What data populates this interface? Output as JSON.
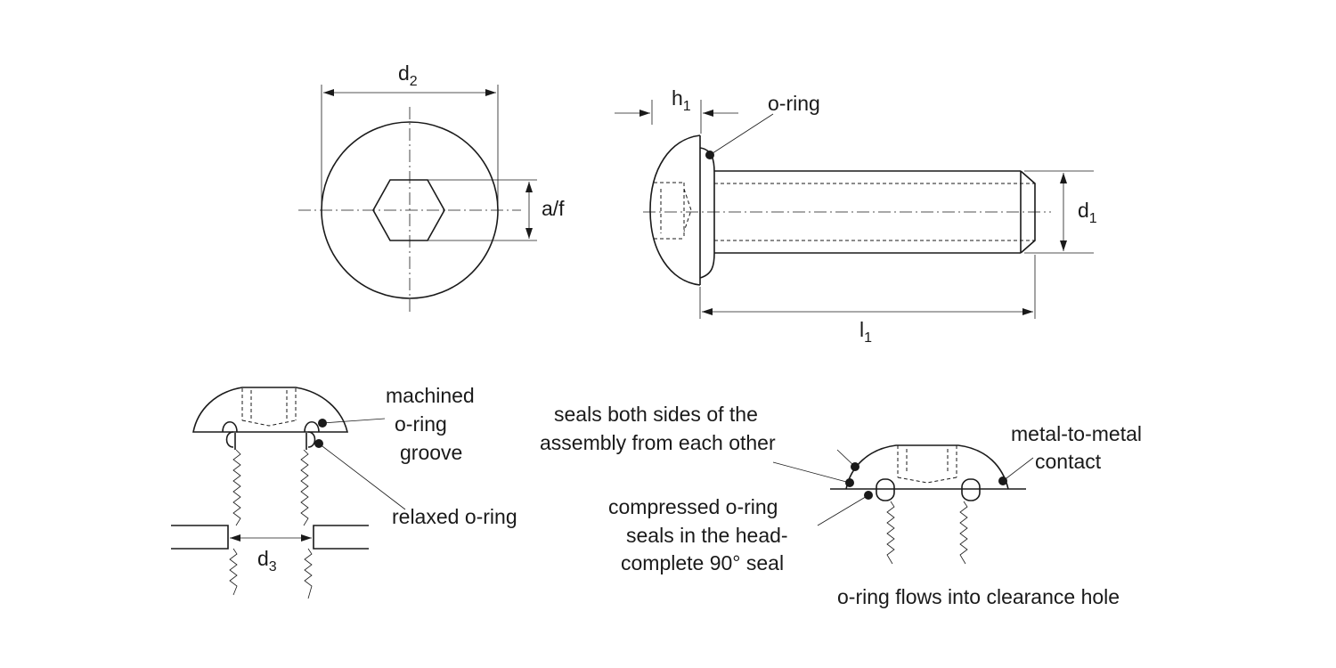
{
  "top_view": {
    "d2": {
      "main": "d",
      "sub": "2"
    },
    "af": "a/f"
  },
  "side_view": {
    "h1": {
      "main": "h",
      "sub": "1"
    },
    "oring": "o-ring",
    "d1": {
      "main": "d",
      "sub": "1"
    },
    "l1": {
      "main": "l",
      "sub": "1"
    }
  },
  "relaxed_detail": {
    "machined": [
      "machined",
      "o-ring",
      "groove"
    ],
    "relaxed": "relaxed o-ring",
    "d3": {
      "main": "d",
      "sub": "3"
    }
  },
  "compressed_detail": {
    "seals_both": [
      "seals both sides of the",
      "assembly from each other"
    ],
    "metal": [
      "metal-to-metal",
      "contact"
    ],
    "compressed": [
      "compressed o-ring",
      "seals in the head-",
      "complete 90° seal"
    ],
    "flows": "o-ring flows into clearance hole"
  }
}
